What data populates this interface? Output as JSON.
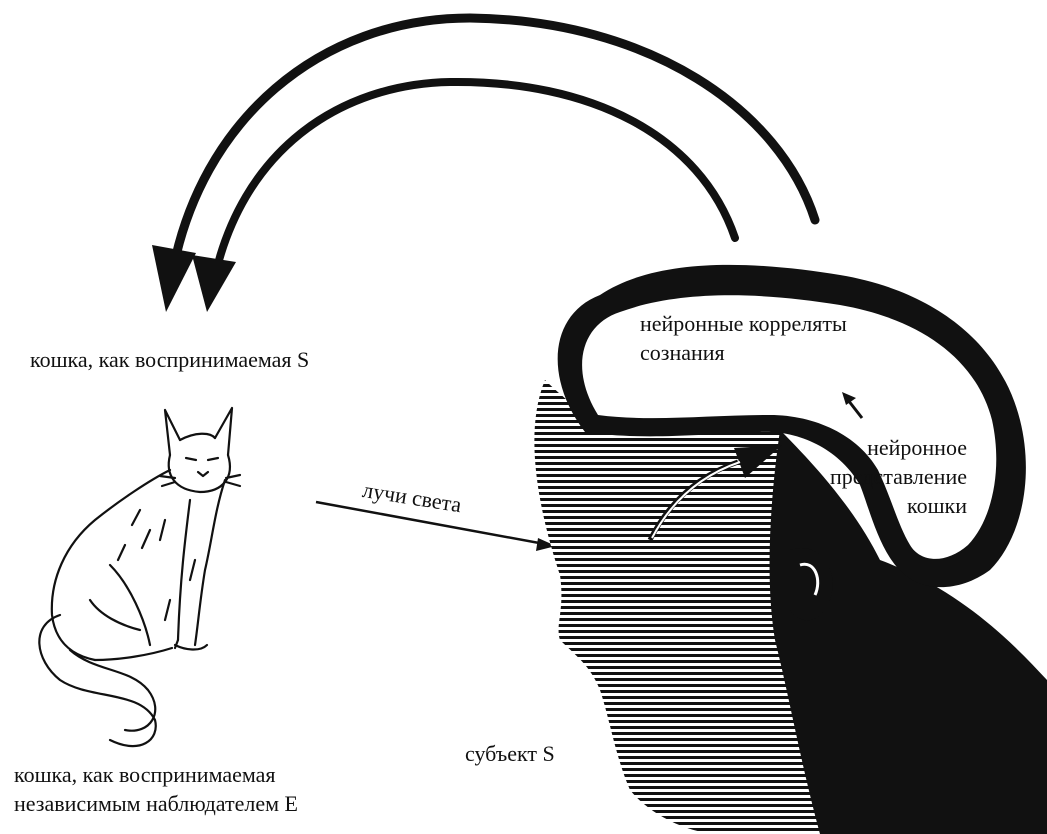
{
  "labels": {
    "cat_perceived_by_s": "кошка, как воспринимаемая S",
    "cat_perceived_by_observer": [
      "кошка, как воспринимаемая",
      "независимым наблюдателем Е"
    ],
    "subject": "субъект S",
    "light_rays": "лучи света",
    "neural_correlates": [
      "нейронные корреляты",
      "сознания"
    ],
    "neural_representation": [
      "нейронное",
      "представление",
      "кошки"
    ]
  },
  "colors": {
    "ink": "#111111",
    "background": "#ffffff"
  },
  "icons": [
    "cat-drawing-icon",
    "head-silhouette-icon",
    "curved-arrow-icon",
    "straight-arrow-icon"
  ]
}
